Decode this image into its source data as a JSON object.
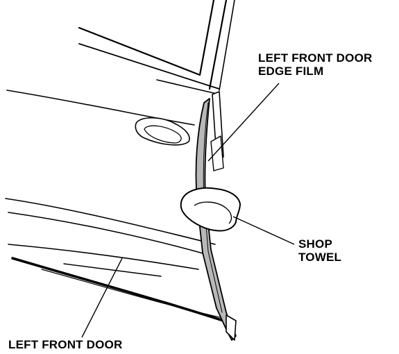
{
  "labels": {
    "edge_film": [
      "LEFT FRONT DOOR",
      "EDGE FILM"
    ],
    "shop_towel": [
      "SHOP",
      "TOWEL"
    ],
    "front_door": "LEFT FRONT DOOR"
  },
  "colors": {
    "line": "#000000",
    "film_fill": "#b8b8b8",
    "towel_fill": "#ffffff",
    "background": "#ffffff"
  }
}
